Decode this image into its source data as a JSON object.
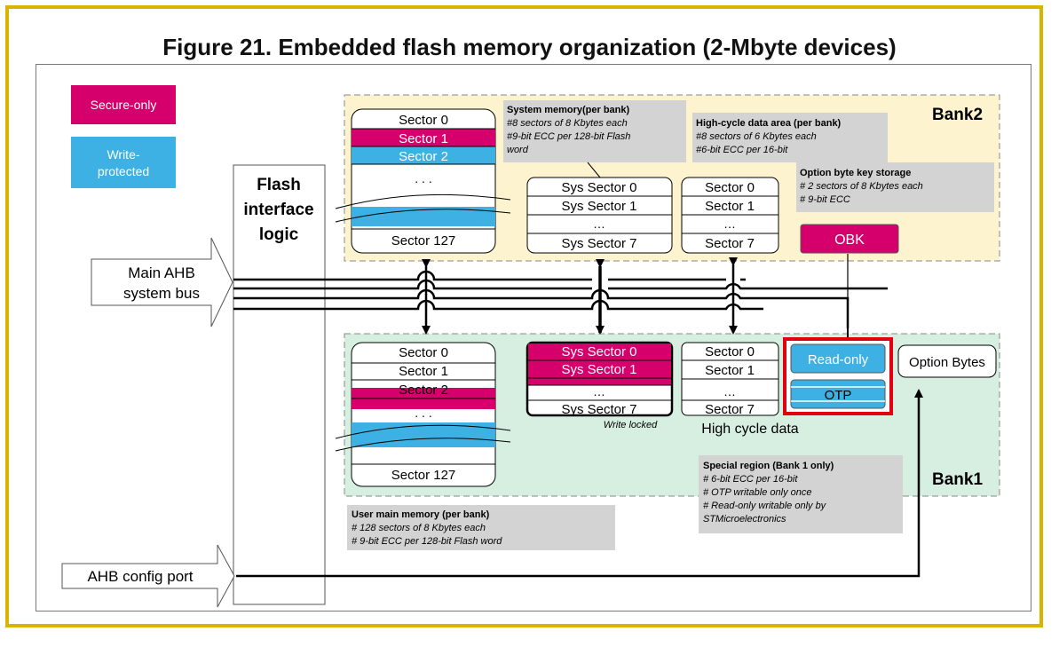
{
  "title": "Figure 21. Embedded flash memory organization (2-Mbyte devices)",
  "colors": {
    "secure": "#d6006d",
    "protected": "#3db1e3",
    "bank2_bg": "#fdf3cf",
    "bank1_bg": "#d7efe1",
    "note_bg": "#d3d3d3",
    "highlight": "#e0000f",
    "frame": "#d8b400"
  },
  "legend": {
    "secure_only": "Secure-only",
    "write_protected_1": "Write-",
    "write_protected_2": "protected"
  },
  "flash_interface": {
    "line1": "Flash",
    "line2": "interface",
    "line3": "logic"
  },
  "main_ahb": {
    "line1": "Main AHB",
    "line2": "system bus"
  },
  "ahb_config": "AHB config port",
  "bank2": {
    "label": "Bank2",
    "user": {
      "s0": "Sector 0",
      "s1": "Sector 1",
      "s2": "Sector 2",
      "dots": ". . .",
      "last": "Sector 127"
    },
    "sys": {
      "s0": "Sys Sector 0",
      "s1": "Sys Sector 1",
      "dots": "…",
      "s7": "Sys Sector 7"
    },
    "hc": {
      "s0": "Sector 0",
      "s1": "Sector 1",
      "dots": "…",
      "s7": "Sector 7"
    },
    "obk": "OBK"
  },
  "bank1": {
    "label": "Bank1",
    "user": {
      "s0": "Sector 0",
      "s1": "Sector 1",
      "s2": "Sector 2",
      "dots": ". . .",
      "last": "Sector 127"
    },
    "sys": {
      "s0": "Sys Sector 0",
      "s1": "Sys Sector 1",
      "dots": "…",
      "s7": "Sys Sector 7"
    },
    "write_locked": "Write locked",
    "hc": {
      "s0": "Sector 0",
      "s1": "Sector 1",
      "dots": "…",
      "s7": "Sector 7"
    },
    "hc_label": "High cycle data",
    "read_only": "Read-only",
    "otp": "OTP",
    "option_bytes": "Option Bytes"
  },
  "notes": {
    "system_memory": {
      "title": "System memory(per bank)",
      "l1": "#8 sectors of 8 Kbytes each",
      "l2": "#9-bit ECC per 128-bit Flash",
      "l3": "word"
    },
    "high_cycle": {
      "title": "High-cycle data area (per bank)",
      "l1": "#8 sectors of 6 Kbytes each",
      "l2": "#6-bit ECC per 16-bit"
    },
    "obk_storage": {
      "title": "Option byte key storage",
      "l1": "# 2 sectors of 8 Kbytes each",
      "l2": "# 9-bit ECC"
    },
    "special": {
      "title": "Special region (Bank 1 only)",
      "l1": "# 6-bit ECC per 16-bit",
      "l2": "# OTP writable only once",
      "l3": "# Read-only writable only by",
      "l4": "STMicroelectronics"
    },
    "user_main": {
      "title": "User main memory (per bank)",
      "l1": "# 128 sectors of 8 Kbytes each",
      "l2": "# 9-bit ECC per 128-bit Flash word"
    }
  }
}
